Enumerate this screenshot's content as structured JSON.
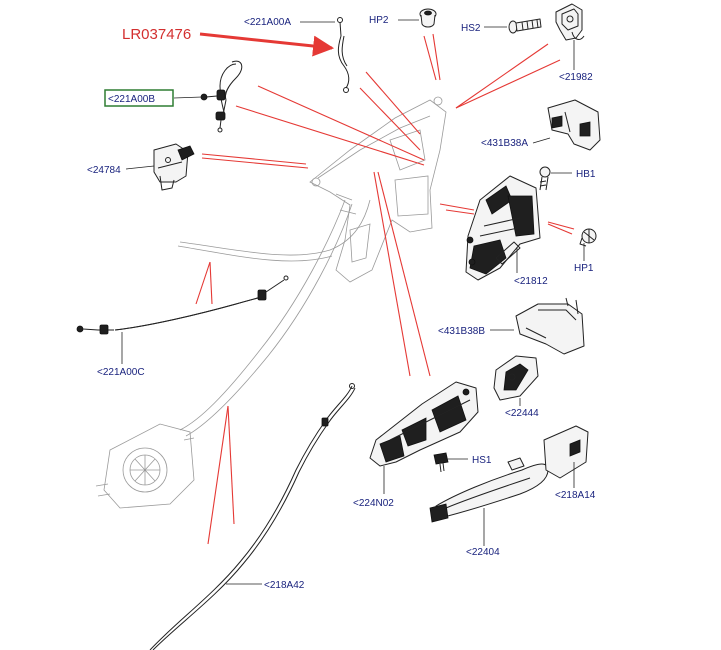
{
  "diagram": {
    "highlighted_part": {
      "label": "LR037476",
      "color": "#d32f2f"
    },
    "selected_box_color": "#2e7d32",
    "leader_color": "#e53935",
    "labels": [
      {
        "key": "221A00A",
        "text": "<221A00A"
      },
      {
        "key": "HP2",
        "text": "HP2"
      },
      {
        "key": "HS2",
        "text": "HS2"
      },
      {
        "key": "21982",
        "text": "<21982"
      },
      {
        "key": "221A00B",
        "text": "<221A00B"
      },
      {
        "key": "431B38A",
        "text": "<431B38A"
      },
      {
        "key": "24784",
        "text": "<24784"
      },
      {
        "key": "HB1",
        "text": "HB1"
      },
      {
        "key": "HP1",
        "text": "HP1"
      },
      {
        "key": "21812",
        "text": "<21812"
      },
      {
        "key": "431B38B",
        "text": "<431B38B"
      },
      {
        "key": "221A00C",
        "text": "<221A00C"
      },
      {
        "key": "22444",
        "text": "<22444"
      },
      {
        "key": "HS1",
        "text": "HS1"
      },
      {
        "key": "224N02",
        "text": "<224N02"
      },
      {
        "key": "218A14",
        "text": "<218A14"
      },
      {
        "key": "22404",
        "text": "<22404"
      },
      {
        "key": "218A42",
        "text": "<218A42"
      }
    ]
  }
}
